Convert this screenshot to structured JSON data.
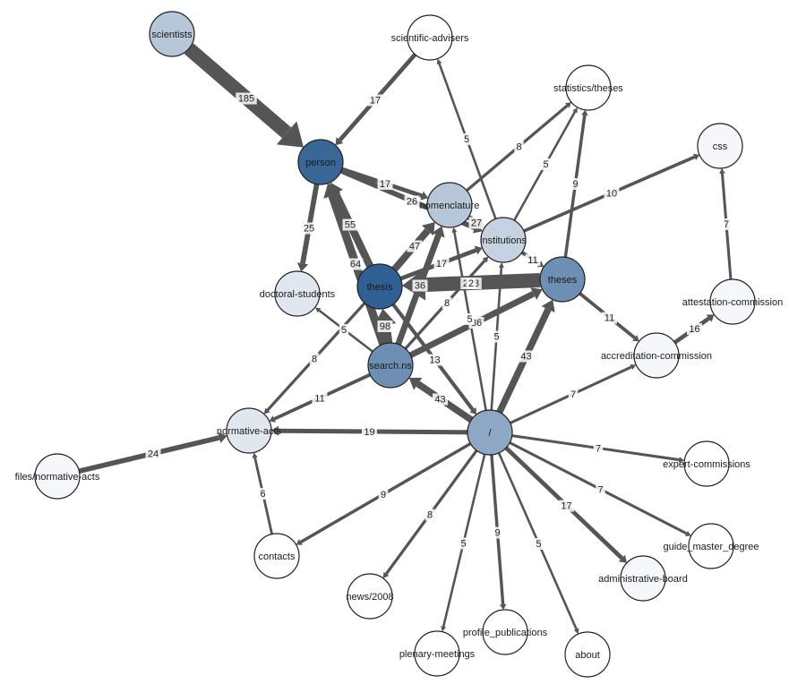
{
  "graph": {
    "node_fill_scale": [
      "#ffffff",
      "#2f5f93"
    ],
    "edge_color": "#555555",
    "node_stroke": "#222222",
    "nodes": [
      {
        "id": "scientists",
        "label": "scientists",
        "shade": 0.35
      },
      {
        "id": "scientific-advisers",
        "label": "scientific-advisers",
        "shade": 0.0
      },
      {
        "id": "statistics/theses",
        "label": "statistics/theses",
        "shade": 0.0
      },
      {
        "id": "css",
        "label": "css",
        "shade": 0.05
      },
      {
        "id": "person",
        "label": "person",
        "shade": 0.95
      },
      {
        "id": "nomenclature",
        "label": "nomenclature",
        "shade": 0.35
      },
      {
        "id": "institutions",
        "label": "institutions",
        "shade": 0.28
      },
      {
        "id": "theses",
        "label": "theses",
        "shade": 0.7
      },
      {
        "id": "thesis",
        "label": "thesis",
        "shade": 1.0
      },
      {
        "id": "doctoral-students",
        "label": "doctoral-students",
        "shade": 0.15
      },
      {
        "id": "search.ns",
        "label": "search.ns",
        "shade": 0.7
      },
      {
        "id": "attestation-commission",
        "label": "attestation-commission",
        "shade": 0.05
      },
      {
        "id": "accreditation-commission",
        "label": "accreditation-commission",
        "shade": 0.05
      },
      {
        "id": "normative-acts",
        "label": "normative-acts",
        "shade": 0.15
      },
      {
        "id": "root",
        "label": "/",
        "shade": 0.55
      },
      {
        "id": "files/normative-acts",
        "label": "files/normative-acts",
        "shade": 0.05
      },
      {
        "id": "expert-commissions",
        "label": "expert-commissions",
        "shade": 0.0
      },
      {
        "id": "contacts",
        "label": "contacts",
        "shade": 0.0
      },
      {
        "id": "guide_master_degree",
        "label": "guide_master_degree",
        "shade": 0.0
      },
      {
        "id": "administrative-board",
        "label": "administrative-board",
        "shade": 0.05
      },
      {
        "id": "news/2008",
        "label": "news/2008",
        "shade": 0.0
      },
      {
        "id": "profile_publications",
        "label": "profile_publications",
        "shade": 0.0
      },
      {
        "id": "about",
        "label": "about",
        "shade": 0.0
      },
      {
        "id": "plenary-meetings",
        "label": "plenary-meetings",
        "shade": 0.0
      }
    ],
    "edges": [
      {
        "source": "scientists",
        "target": "person",
        "weight": 185,
        "label": "185"
      },
      {
        "source": "scientific-advisers",
        "target": "person",
        "weight": 17,
        "label": "17"
      },
      {
        "source": "person",
        "target": "nomenclature",
        "weight": 17,
        "label": "17"
      },
      {
        "source": "person",
        "target": "institutions",
        "weight": 26,
        "label": "26"
      },
      {
        "source": "person",
        "target": "doctoral-students",
        "weight": 25,
        "label": "25"
      },
      {
        "source": "thesis",
        "target": "person",
        "weight": 55,
        "label": "55"
      },
      {
        "source": "search.ns",
        "target": "person",
        "weight": 64,
        "label": "64"
      },
      {
        "source": "institutions",
        "target": "scientific-advisers",
        "weight": 5,
        "label": "5"
      },
      {
        "source": "nomenclature",
        "target": "statistics/theses",
        "weight": 8,
        "label": "8"
      },
      {
        "source": "institutions",
        "target": "statistics/theses",
        "weight": 5,
        "label": "5"
      },
      {
        "source": "theses",
        "target": "statistics/theses",
        "weight": 9,
        "label": "9"
      },
      {
        "source": "institutions",
        "target": "css",
        "weight": 10,
        "label": "10"
      },
      {
        "source": "nomenclature",
        "target": "institutions",
        "weight": 27,
        "label": "27"
      },
      {
        "source": "thesis",
        "target": "nomenclature",
        "weight": 47,
        "label": "47"
      },
      {
        "source": "thesis",
        "target": "institutions",
        "weight": 17,
        "label": "17"
      },
      {
        "source": "theses",
        "target": "thesis",
        "weight": 213,
        "label": "213"
      },
      {
        "source": "thesis",
        "target": "theses",
        "weight": 2,
        "label": "2"
      },
      {
        "source": "institutions",
        "target": "theses",
        "weight": 11,
        "label": "11"
      },
      {
        "source": "search.ns",
        "target": "institutions",
        "weight": 8,
        "label": "8"
      },
      {
        "source": "search.ns",
        "target": "nomenclature",
        "weight": 36,
        "label": "36"
      },
      {
        "source": "search.ns",
        "target": "thesis",
        "weight": 98,
        "label": "98"
      },
      {
        "source": "search.ns",
        "target": "doctoral-students",
        "weight": 5,
        "label": "5"
      },
      {
        "source": "search.ns",
        "target": "theses",
        "weight": 36,
        "label": "36"
      },
      {
        "source": "thesis",
        "target": "normative-acts",
        "weight": 8,
        "label": "8"
      },
      {
        "source": "search.ns",
        "target": "normative-acts",
        "weight": 11,
        "label": "11"
      },
      {
        "source": "thesis",
        "target": "root",
        "weight": 13,
        "label": "13"
      },
      {
        "source": "root",
        "target": "search.ns",
        "weight": 43,
        "label": "43"
      },
      {
        "source": "root",
        "target": "theses",
        "weight": 43,
        "label": "43"
      },
      {
        "source": "root",
        "target": "institutions",
        "weight": 5,
        "label": "5"
      },
      {
        "source": "root",
        "target": "nomenclature",
        "weight": 5,
        "label": "5"
      },
      {
        "source": "theses",
        "target": "accreditation-commission",
        "weight": 11,
        "label": "11"
      },
      {
        "source": "accreditation-commission",
        "target": "attestation-commission",
        "weight": 16,
        "label": "16"
      },
      {
        "source": "attestation-commission",
        "target": "css",
        "weight": 7,
        "label": "7"
      },
      {
        "source": "root",
        "target": "accreditation-commission",
        "weight": 7,
        "label": "7"
      },
      {
        "source": "root",
        "target": "normative-acts",
        "weight": 19,
        "label": "19"
      },
      {
        "source": "files/normative-acts",
        "target": "normative-acts",
        "weight": 24,
        "label": "24"
      },
      {
        "source": "contacts",
        "target": "normative-acts",
        "weight": 6,
        "label": "6"
      },
      {
        "source": "root",
        "target": "contacts",
        "weight": 9,
        "label": "9"
      },
      {
        "source": "root",
        "target": "news/2008",
        "weight": 8,
        "label": "8"
      },
      {
        "source": "root",
        "target": "plenary-meetings",
        "weight": 5,
        "label": "5"
      },
      {
        "source": "root",
        "target": "profile_publications",
        "weight": 9,
        "label": "9"
      },
      {
        "source": "root",
        "target": "about",
        "weight": 5,
        "label": "5"
      },
      {
        "source": "root",
        "target": "administrative-board",
        "weight": 17,
        "label": "17"
      },
      {
        "source": "root",
        "target": "guide_master_degree",
        "weight": 7,
        "label": "7"
      },
      {
        "source": "root",
        "target": "expert-commissions",
        "weight": 7,
        "label": "7"
      }
    ]
  }
}
